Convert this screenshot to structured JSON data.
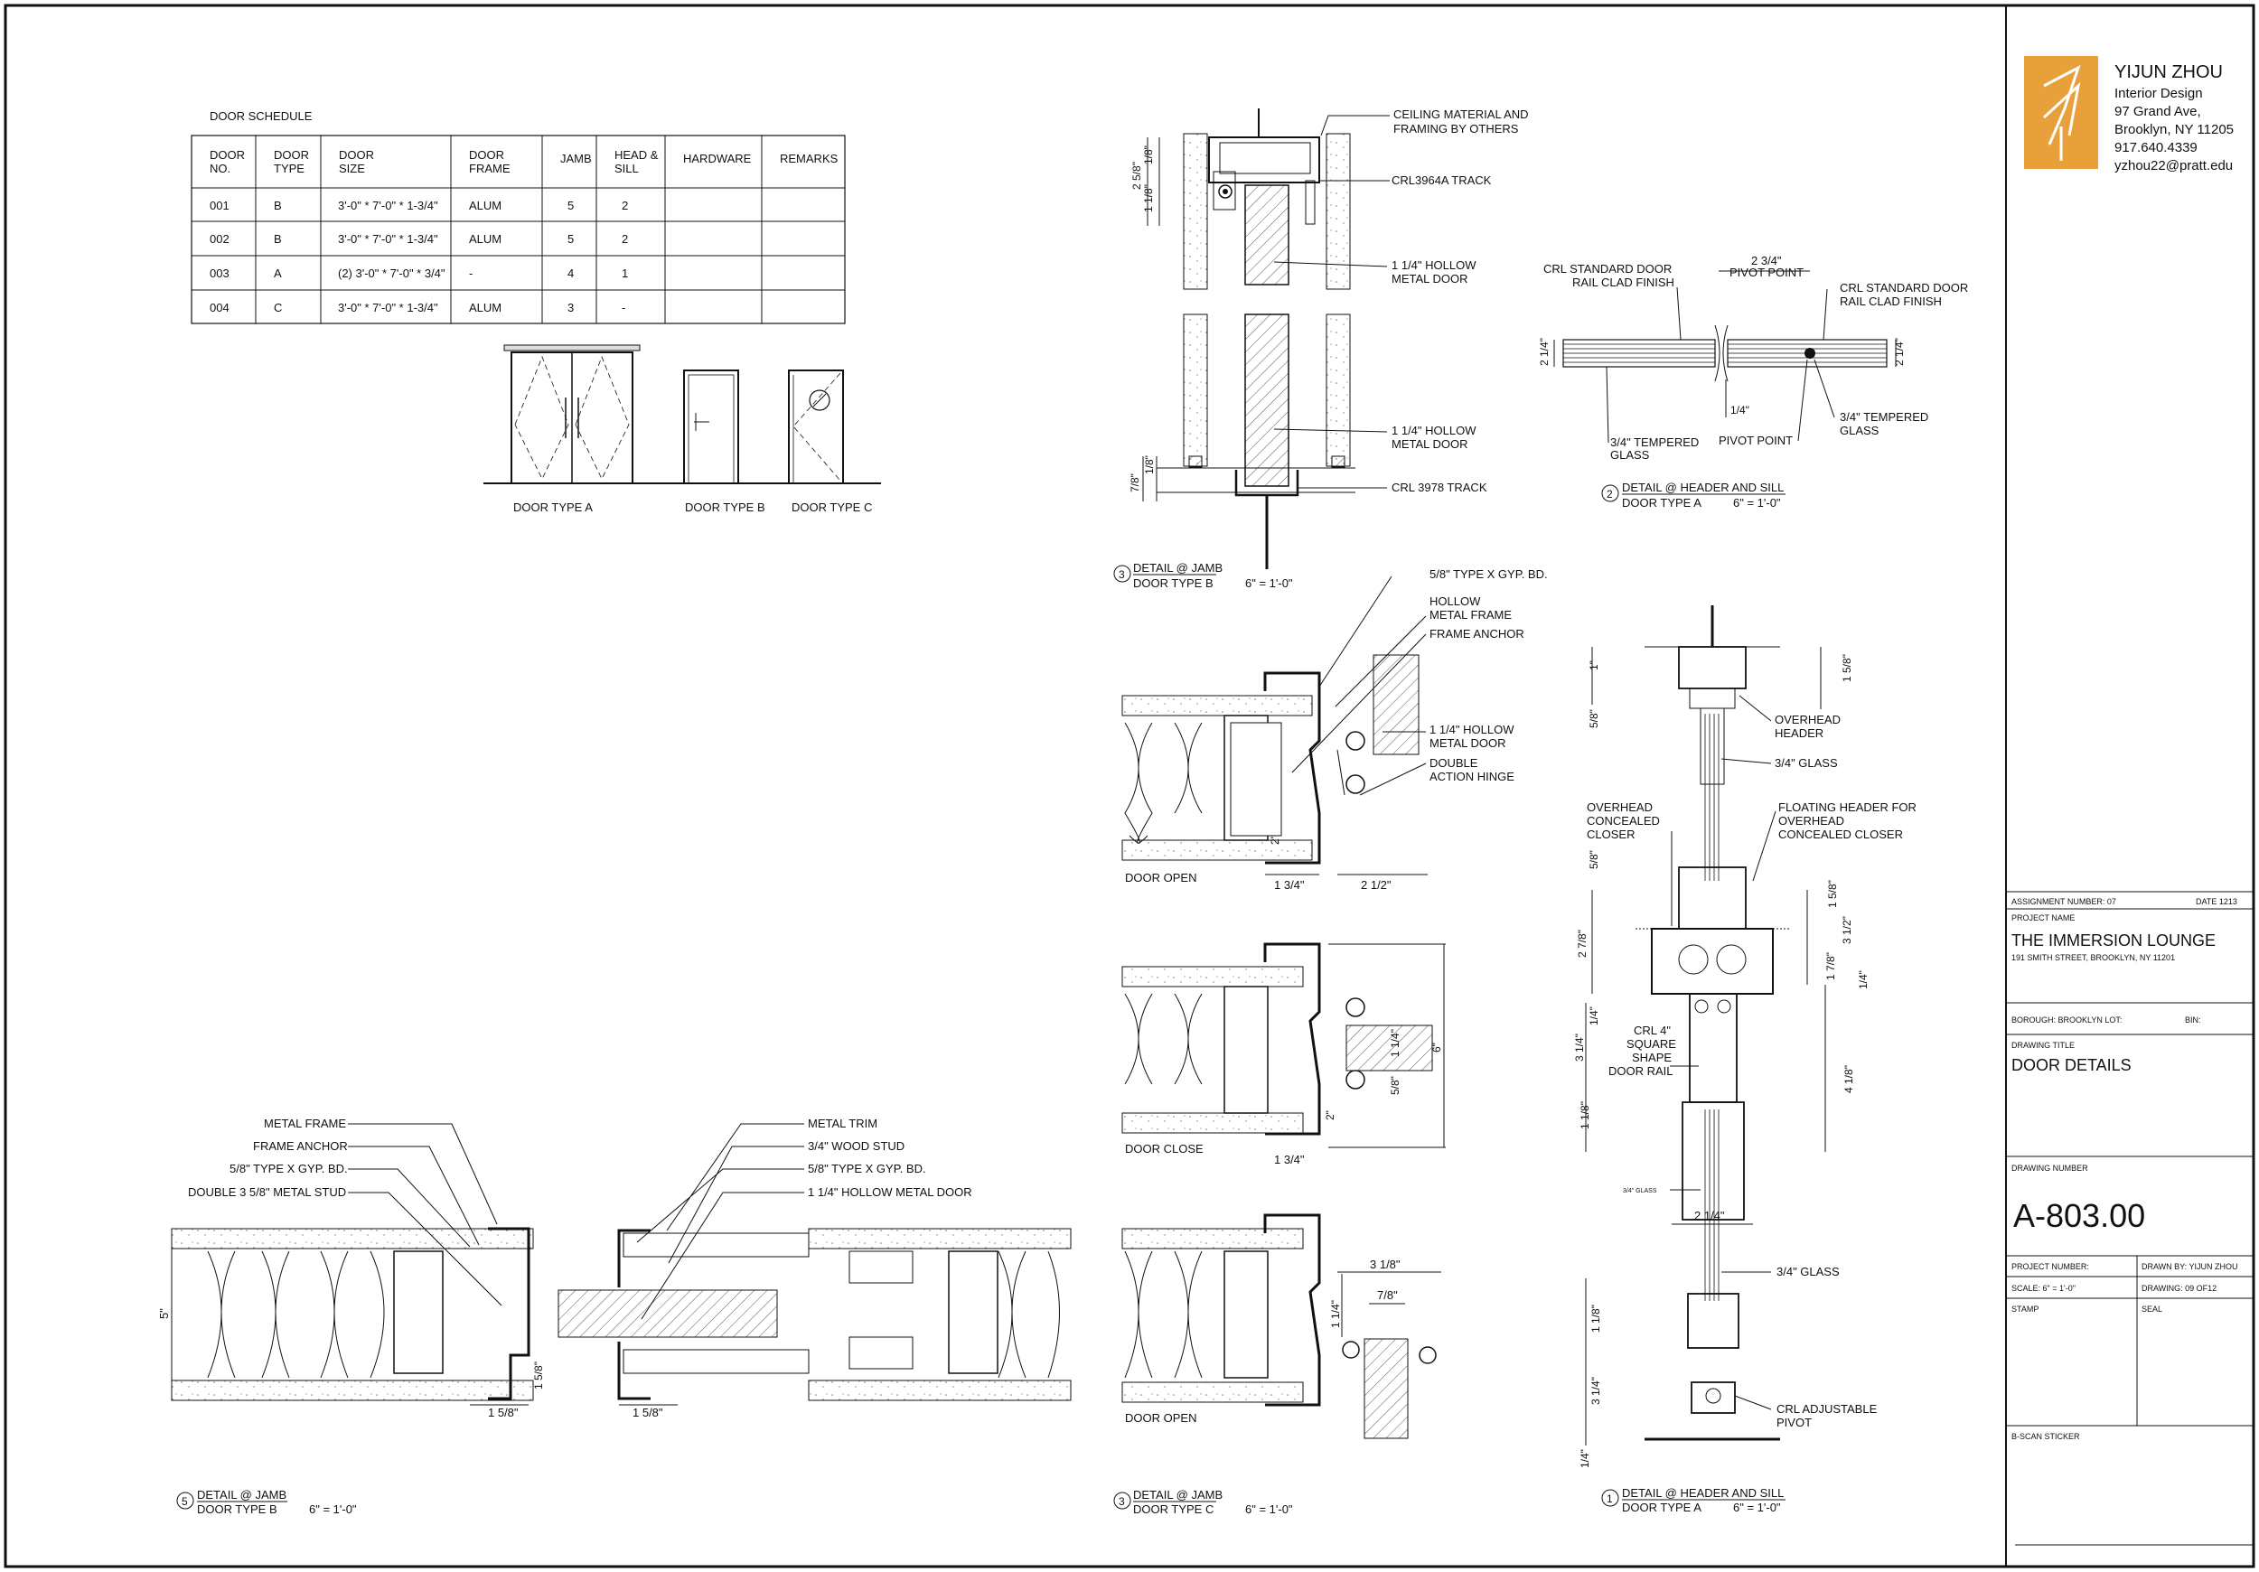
{
  "schedule": {
    "title": "DOOR SCHEDULE",
    "headers": [
      [
        "DOOR",
        "NO."
      ],
      [
        "DOOR",
        "TYPE"
      ],
      [
        "DOOR",
        "SIZE"
      ],
      [
        "DOOR",
        "FRAME"
      ],
      [
        "JAMB"
      ],
      [
        "HEAD &",
        "SILL"
      ],
      [
        "HARDWARE"
      ],
      [
        "REMARKS"
      ]
    ],
    "rows": [
      [
        "001",
        "B",
        "3'-0\" * 7'-0\" * 1-3/4\"",
        "ALUM",
        "5",
        "2",
        "",
        ""
      ],
      [
        "002",
        "B",
        "3'-0\" * 7'-0\" * 1-3/4\"",
        "ALUM",
        "5",
        "2",
        "",
        ""
      ],
      [
        "003",
        "A",
        "(2) 3'-0\" * 7'-0\" * 3/4\"",
        "-",
        "4",
        "1",
        "",
        ""
      ],
      [
        "004",
        "C",
        "3'-0\" * 7'-0\" * 1-3/4\"",
        "ALUM",
        "3",
        "-",
        "",
        ""
      ]
    ]
  },
  "elevations": {
    "type_a": "DOOR TYPE A",
    "type_b": "DOOR TYPE B",
    "type_c": "DOOR TYPE C"
  },
  "detail_jamb_b_top": {
    "number": "3",
    "title": "DETAIL @ JAMB",
    "subtitle": "DOOR TYPE B",
    "scale": "6\" = 1'-0\"",
    "notes": [
      "CEILING MATERIAL AND",
      "FRAMING BY OTHERS",
      "CRL3964A TRACK",
      "1 1/4\" HOLLOW",
      "METAL DOOR",
      "1 1/4\" HOLLOW",
      "METAL DOOR",
      "CRL 3978 TRACK"
    ],
    "dims": [
      "1/8\"",
      "2 5/8\"",
      "1 1/8\"",
      "7/8\"",
      "1/8\""
    ]
  },
  "detail_header_sill_2": {
    "number": "2",
    "title": "DETAIL @ HEADER AND SILL",
    "subtitle": "DOOR TYPE A",
    "scale": "6\" = 1'-0\"",
    "notes": [
      "CRL STANDARD DOOR",
      "RAIL CLAD FINISH",
      "CRL STANDARD DOOR",
      "RAIL CLAD FINISH",
      "3/4\" TEMPERED",
      "GLASS",
      "3/4\" TEMPERED",
      "GLASS",
      "PIVOT POINT"
    ],
    "dims": [
      "2 3/4\"",
      "PIVOT POINT",
      "2 1/4\"",
      "2 1/4\"",
      "1/4\""
    ]
  },
  "detail_open_close": {
    "notes": [
      "5/8\" TYPE X GYP. BD.",
      "HOLLOW",
      "METAL FRAME",
      "FRAME ANCHOR",
      "1 1/4\"  HOLLOW",
      "METAL DOOR",
      "DOUBLE",
      "ACTION HINGE"
    ],
    "labels": [
      "DOOR OPEN",
      "DOOR CLOSE"
    ],
    "dims": [
      "2\"",
      "1 3/4\"",
      "2 1/2\"",
      "1 1/4\"",
      "6\"",
      "5/8\"",
      "2\"",
      "1 3/4\""
    ]
  },
  "detail_header_sill_1": {
    "number": "1",
    "title": "DETAIL @ HEADER AND SILL",
    "subtitle": "DOOR TYPE A",
    "scale": "6\" = 1'-0\"",
    "notes": [
      "OVERHEAD",
      "HEADER",
      "3/4\" GLASS",
      "OVERHEAD",
      "CONCEALED",
      "CLOSER",
      "FLOATING HEADER FOR",
      "OVERHEAD",
      "CONCEALED CLOSER",
      "CRL 4\"",
      "SQUARE",
      "SHAPE",
      "DOOR RAIL",
      "3/4\" GLASS",
      "3/4\" GLASS",
      "CRL ADJUSTABLE",
      "PIVOT"
    ],
    "dims": [
      "1\"",
      "5/8\"",
      "1 5/8\"",
      "5/8\"",
      "1 5/8\"",
      "2 7/8\"",
      "3 1/2\"",
      "1 7/8\"",
      "1/4\"",
      "1/4\"",
      "3 1/4\"",
      "4 1/8\"",
      "1 1/8\"",
      "2 1/4\"",
      "1 1/8\"",
      "3 1/4\"",
      "1/4\""
    ]
  },
  "detail_jamb_b_bottom": {
    "number": "5",
    "title": "DETAIL @ JAMB",
    "subtitle": "DOOR TYPE B",
    "scale": "6\" = 1'-0\"",
    "notes": [
      "METAL FRAME",
      "FRAME ANCHOR",
      "5/8\" TYPE X GYP. BD.",
      "DOUBLE 3 5/8\" METAL STUD",
      "METAL TRIM",
      "3/4\" WOOD STUD",
      "5/8\" TYPE X GYP. BD.",
      "1 1/4\"  HOLLOW METAL DOOR"
    ],
    "dims": [
      "5\"",
      "1 5/8\"",
      "1 5/8\"",
      "1 5/8\""
    ]
  },
  "detail_jamb_c": {
    "number": "3",
    "title": "DETAIL @ JAMB",
    "subtitle": "DOOR TYPE C",
    "scale": "6\" = 1'-0\"",
    "notes": [
      "DOOR OPEN"
    ],
    "dims": [
      "3 1/8\"",
      "7/8\"",
      "1 1/4\""
    ]
  },
  "title_block": {
    "designer": "YIJUN ZHOU",
    "discipline": "Interior Design",
    "address1": "97 Grand Ave,",
    "address2": "Brooklyn, NY 11205",
    "phone": "917.640.4339",
    "email": "yzhou22@pratt.edu",
    "assignment": "ASSIGNMENT NUMBER: 07",
    "date": "DATE 1213",
    "project_label": "PROJECT NAME",
    "project_name": "THE IMMERSION LOUNGE",
    "project_address": "191 SMITH STREET, BROOKLYN, NY 11201",
    "borough": "BOROUGH: BROOKLYN LOT:",
    "bin": "BIN:",
    "drawing_title_label": "DRAWING TITLE",
    "drawing_title": "DOOR DETAILS",
    "drawing_number_label": "DRAWING NUMBER",
    "drawing_number": "A-803.00",
    "project_number": "PROJECT NUMBER:",
    "drawn_by": "DRAWN BY: YIJUN ZHOU",
    "scale": "SCALE: 6\" = 1'-0\"",
    "drawing_count": "DRAWING: 09 OF12",
    "stamp": "STAMP",
    "seal": "SEAL",
    "bscan": "B-SCAN STICKER",
    "logo_color": "#E8A03A"
  }
}
